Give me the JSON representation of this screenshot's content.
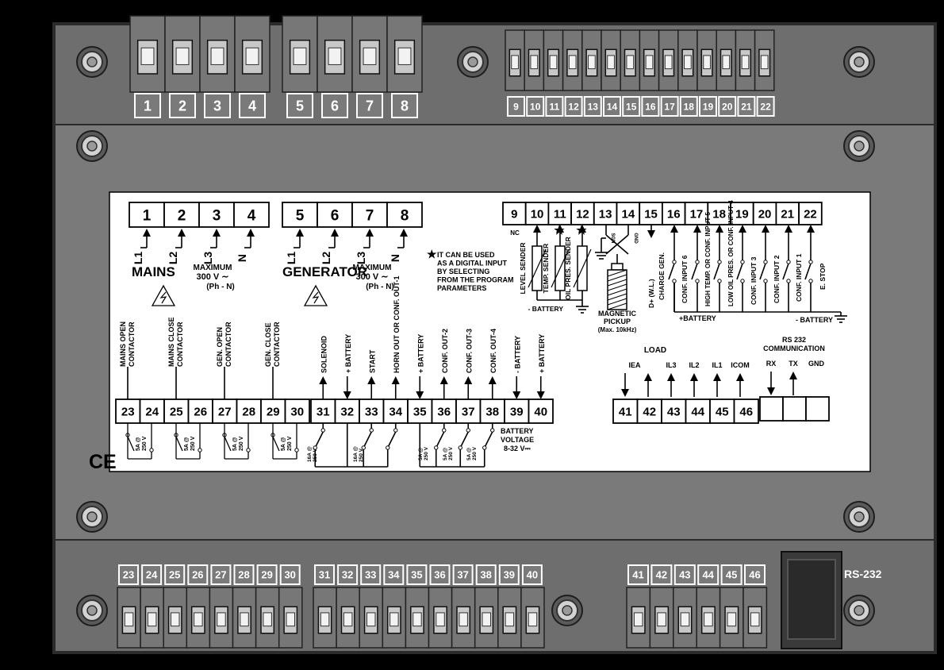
{
  "colors": {
    "background": "#000000",
    "housing": "#7a7a7a",
    "housing_dark": "#5f5f5f",
    "label_panel": "#ffffff",
    "screw": "#cfcfcf"
  },
  "top_terminals_left": [
    "1",
    "2",
    "3",
    "4",
    "5",
    "6",
    "7",
    "8"
  ],
  "top_terminals_right": [
    "9",
    "10",
    "11",
    "12",
    "13",
    "14",
    "15",
    "16",
    "17",
    "18",
    "19",
    "20",
    "21",
    "22"
  ],
  "bottom_terminals": [
    "23",
    "24",
    "25",
    "26",
    "27",
    "28",
    "29",
    "30",
    "31",
    "32",
    "33",
    "34",
    "35",
    "36",
    "37",
    "38",
    "39",
    "40",
    "41",
    "42",
    "43",
    "44",
    "45",
    "46"
  ],
  "rs232_port_label": "RS-232",
  "panel": {
    "mains_phases": [
      "L1",
      "L2",
      "L3",
      "N"
    ],
    "gen_phases": [
      "L1",
      "L2",
      "L3",
      "N"
    ],
    "mains_title": "MAINS",
    "generator_title": "GENERATOR",
    "max_voltage": [
      "MAXIMUM",
      "300 V ∼",
      "(Ph - N)"
    ],
    "note_star": "★",
    "note_lines": [
      "IT CAN BE USED",
      "AS A DIGITAL INPUT",
      "BY SELECTING",
      "FROM THE PROGRAM",
      "PARAMETERS"
    ],
    "nc": "NC",
    "senders": [
      "LEVEL SENDER",
      "TEMP. SENDER",
      "OIL PRES. SENDER"
    ],
    "battery_neg": "- BATTERY",
    "sgn": "SGN",
    "gnd_small": "GND",
    "pickup": [
      "MAGNETIC",
      "PICKUP",
      "(Max. 10kHz)"
    ],
    "inputs_15_22": [
      "D+ (W.L.)",
      "CHARGE GEN.",
      "CONF. INPUT 6",
      "HIGH TEMP. OR CONF. INPUT 5",
      "LOW OIL PRES. OR CONF. INPUT 4",
      "CONF. INPUT 3",
      "CONF. INPUT 2",
      "CONF. INPUT 1",
      "E. STOP"
    ],
    "battery_pos": "+BATTERY",
    "contactors": [
      "MAINS OPEN CONTACTOR",
      "MAINS CLOSE CONTACTOR",
      "GEN. OPEN CONTACTOR",
      "GEN. CLOSE CONTACTOR"
    ],
    "outputs_31_40": [
      "SOLENOID",
      "+ BATTERY",
      "START",
      "HORN OUT OR CONF. OUT-1",
      "+ BATTERY",
      "CONF. OUT-2",
      "CONF. OUT-3",
      "CONF. OUT-4",
      "- BATTERY",
      "+ BATTERY"
    ],
    "relay_5a": [
      "5A @",
      "250 V"
    ],
    "relay_16a": [
      "16A @",
      "250 V"
    ],
    "battery_voltage": [
      "BATTERY",
      "VOLTAGE",
      "8-32 V⎓"
    ],
    "load_title": "LOAD",
    "ct_labels": [
      "IEA",
      "IL3",
      "IL2",
      "IL1",
      "ICOM"
    ],
    "rs232_title": [
      "RS 232",
      "COMMUNICATION"
    ],
    "rs232_pins": [
      "RX",
      "TX",
      "GND"
    ],
    "ce_mark": "CE"
  }
}
